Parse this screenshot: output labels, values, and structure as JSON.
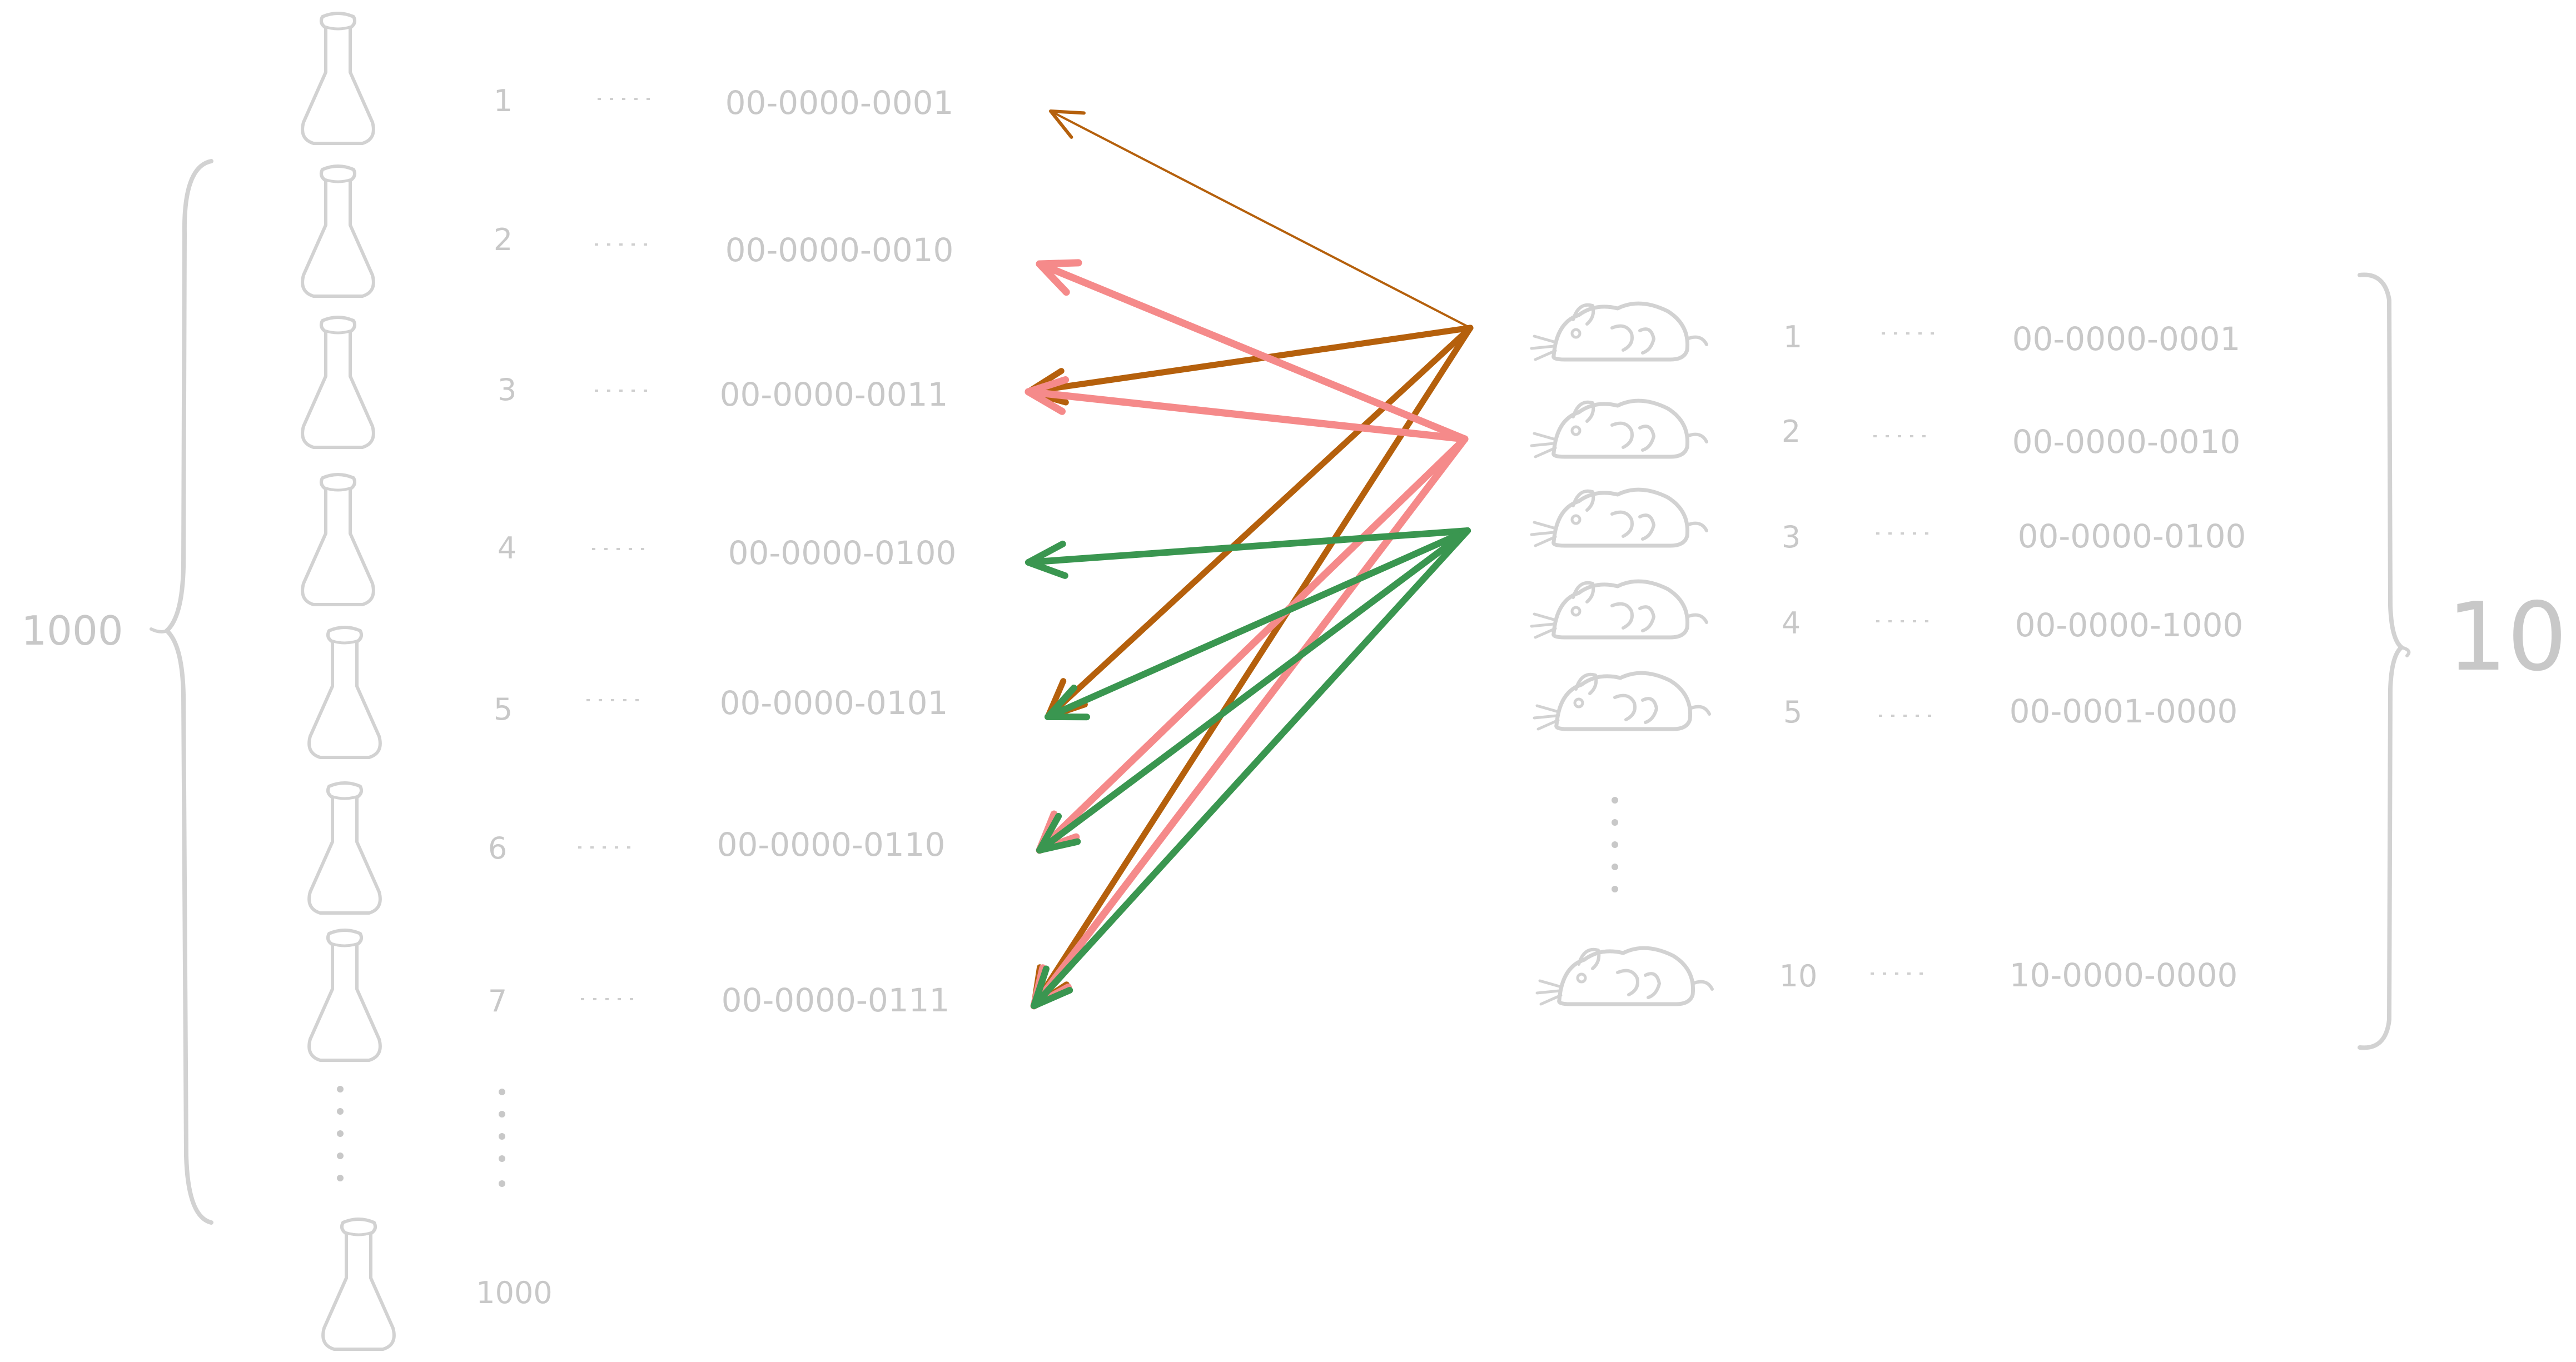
{
  "left_group": {
    "count_label": "1000",
    "rows": [
      {
        "index": "1",
        "code": "00-0000-0001"
      },
      {
        "index": "2",
        "code": "00-0000-0010"
      },
      {
        "index": "3",
        "code": "00-0000-0011"
      },
      {
        "index": "4",
        "code": "00-0000-0100"
      },
      {
        "index": "5",
        "code": "00-0000-0101"
      },
      {
        "index": "6",
        "code": "00-0000-0110"
      },
      {
        "index": "7",
        "code": "00-0000-0111"
      }
    ],
    "last_index": "1000"
  },
  "right_group": {
    "count_label": "10",
    "rows": [
      {
        "index": "1",
        "code": "00-0000-0001"
      },
      {
        "index": "2",
        "code": "00-0000-0010"
      },
      {
        "index": "3",
        "code": "00-0000-0100"
      },
      {
        "index": "4",
        "code": "00-0000-1000"
      },
      {
        "index": "5",
        "code": "00-0001-0000"
      },
      {
        "index": "10",
        "code": "10-0000-0000"
      }
    ]
  },
  "arrows": {
    "colors": {
      "mouse_1": "#b5600c",
      "mouse_2": "#f58a8a",
      "mouse_3": "#3a9650"
    },
    "links": [
      {
        "from_mouse": "1",
        "to_bottle": "1"
      },
      {
        "from_mouse": "1",
        "to_bottle": "3"
      },
      {
        "from_mouse": "1",
        "to_bottle": "5"
      },
      {
        "from_mouse": "1",
        "to_bottle": "7"
      },
      {
        "from_mouse": "2",
        "to_bottle": "2"
      },
      {
        "from_mouse": "2",
        "to_bottle": "3"
      },
      {
        "from_mouse": "2",
        "to_bottle": "6"
      },
      {
        "from_mouse": "2",
        "to_bottle": "7"
      },
      {
        "from_mouse": "3",
        "to_bottle": "4"
      },
      {
        "from_mouse": "3",
        "to_bottle": "5"
      },
      {
        "from_mouse": "3",
        "to_bottle": "6"
      },
      {
        "from_mouse": "3",
        "to_bottle": "7"
      }
    ]
  }
}
